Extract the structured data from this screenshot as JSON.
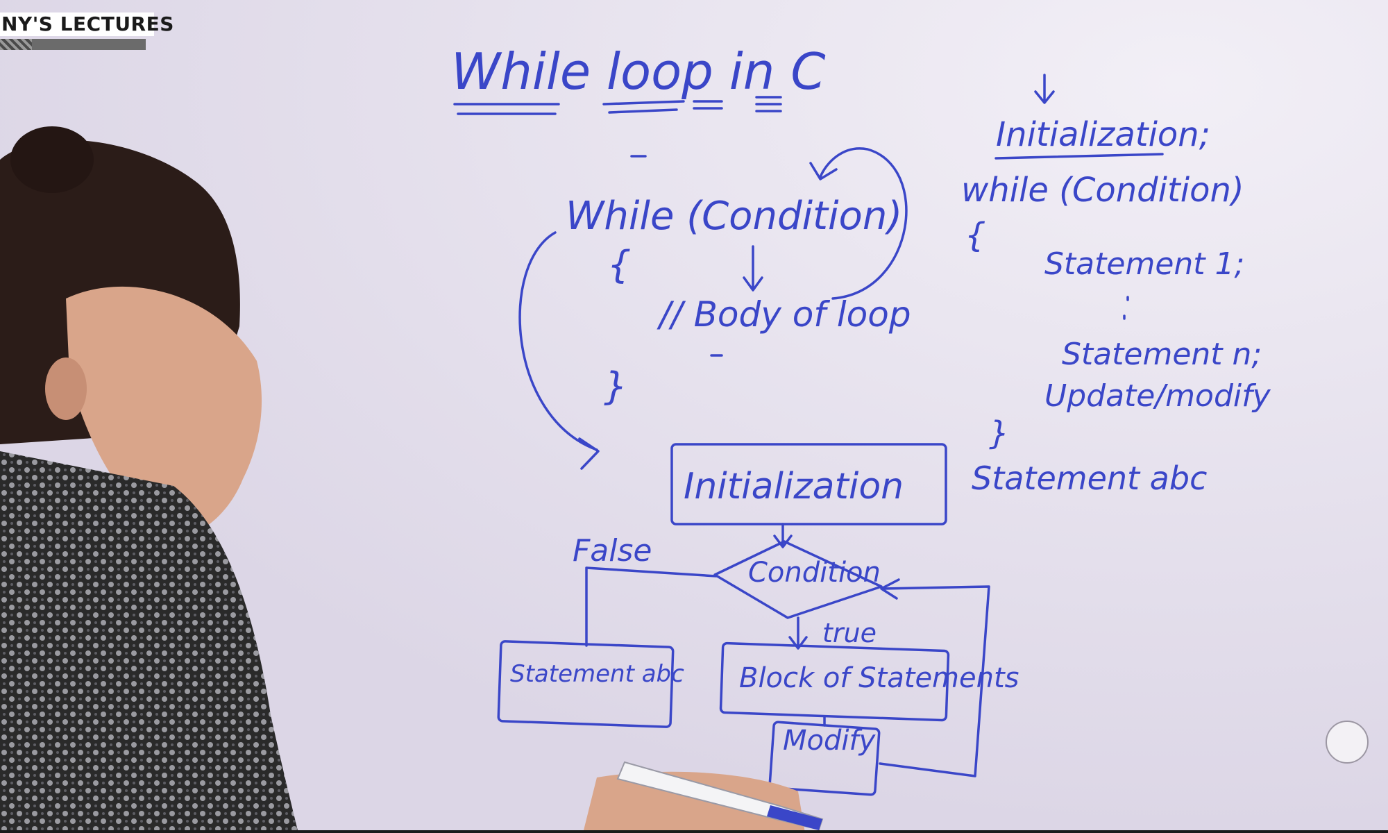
{
  "brand": {
    "label": "NY'S LECTURES"
  },
  "board": {
    "title": "While loop in C",
    "code_top": {
      "line1": "While (Condition)",
      "open_brace": "{",
      "body": "// Body of loop",
      "close_brace": "}"
    },
    "code_right": {
      "init": "Initialization;",
      "line1": "while (Condition)",
      "open_brace": "{",
      "stmt1": "Statement 1;",
      "stmtn": "Statement n;",
      "update": "Update/modify",
      "close_brace": "}",
      "after": "Statement abc"
    },
    "flowchart": {
      "init": "Initialization",
      "condition": "Condition",
      "false_label": "False",
      "true_label": "true",
      "block": "Block of Statements",
      "modify": "Modify",
      "exit_stmt": "Statement abc"
    }
  },
  "colors": {
    "ink": "#3a46c8",
    "board": "#e6e1ee",
    "coat_dark": "#2a2a2a",
    "coat_light": "#9a9aa0",
    "hair": "#2b1c18",
    "skin": "#d9a58a"
  },
  "icons": {
    "channel_logo": "presenter-avatar-icon"
  }
}
